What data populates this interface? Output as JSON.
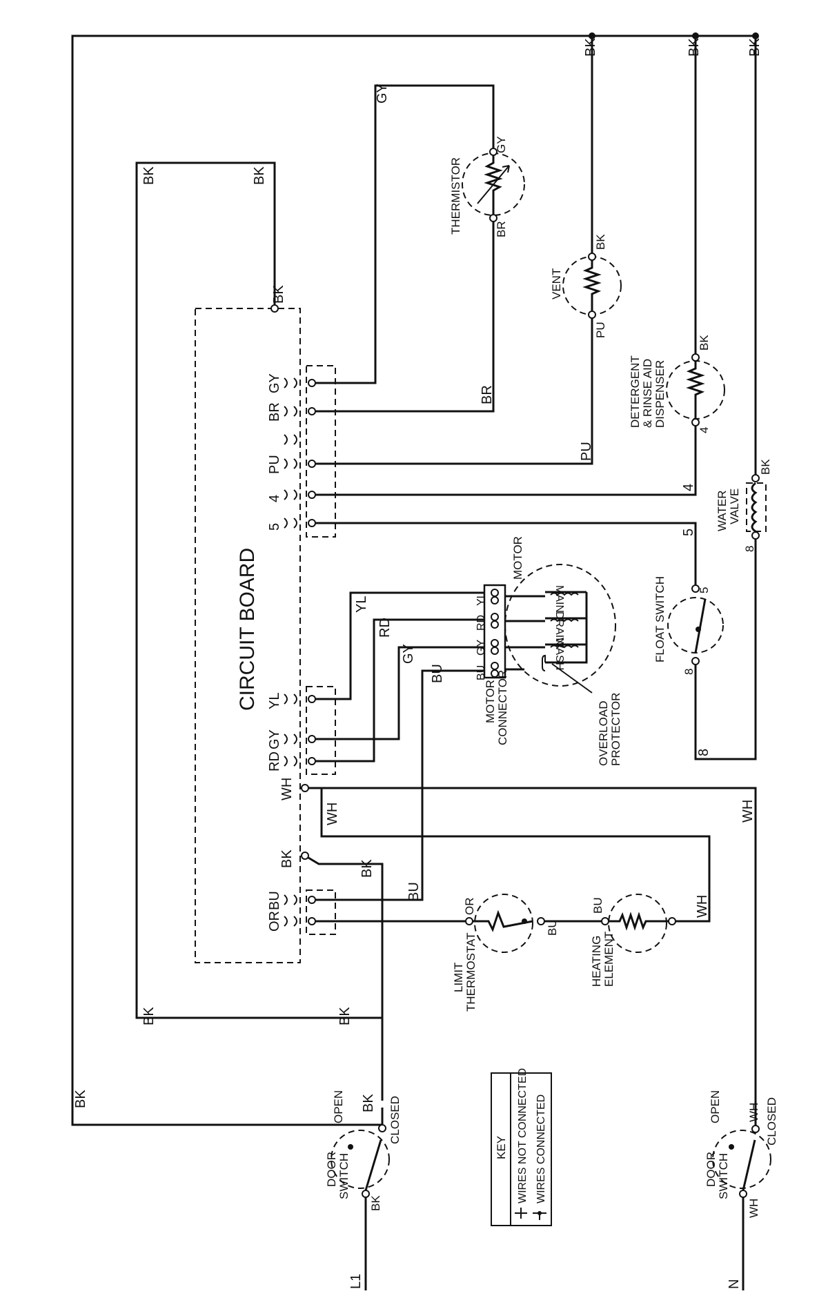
{
  "diagram": {
    "circuit_board": "CIRCUIT BOARD",
    "board_terminals": {
      "bk": "BK",
      "gy": "GY",
      "br": "BR",
      "pu": "PU",
      "t4": "4",
      "t5": "5",
      "yl": "YL",
      "gy2": "GY",
      "rd": "RD",
      "wh": "WH",
      "bk2": "BK",
      "bu": "BU",
      "or": "OR"
    },
    "components": {
      "thermistor": "THERMISTOR",
      "vent": "VENT",
      "dispenser_l1": "DETERGENT",
      "dispenser_l2": "& RINSE AID",
      "dispenser_l3": "DISPENSER",
      "water_valve_l1": "WATER",
      "water_valve_l2": "VALVE",
      "float_switch": "FLOAT SWITCH",
      "motor": "MOTOR",
      "motor_main": "MAIN",
      "motor_drain": "DRAIN",
      "motor_wash": "WASH",
      "motor_connector_l1": "MOTOR",
      "motor_connector_l2": "CONNECTOR",
      "overload_l1": "OVERLOAD",
      "overload_l2": "PROTECTOR",
      "limit_thermostat_l1": "LIMIT",
      "limit_thermostat_l2": "THERMOSTAT",
      "heating_element_l1": "HEATING",
      "heating_element_l2": "ELEMENT",
      "door_switch_l1": "DOOR",
      "door_switch_l2": "SWITCH",
      "open": "OPEN",
      "closed": "CLOSED",
      "l1": "L1",
      "n": "N"
    },
    "wire_labels": {
      "bk": "BK",
      "gy": "GY",
      "br": "BR",
      "pu": "PU",
      "yl": "YL",
      "rd": "RD",
      "bu": "BU",
      "wh": "WH",
      "or": "OR",
      "w4": "4",
      "w5": "5",
      "w8": "8",
      "wh_n": "WH"
    },
    "key": {
      "title": "KEY",
      "not_connected": "WIRES NOT CONNECTED",
      "connected": "WIRES CONNECTED"
    }
  }
}
